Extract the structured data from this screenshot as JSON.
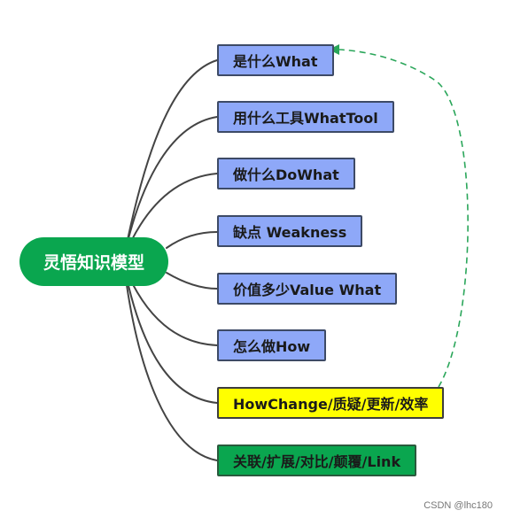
{
  "root": {
    "label": "灵悟知识模型"
  },
  "nodes": [
    {
      "label": "是什么What",
      "color": "#8ea8f8"
    },
    {
      "label": "用什么工具WhatTool",
      "color": "#8ea8f8"
    },
    {
      "label": "做什么DoWhat",
      "color": "#8ea8f8"
    },
    {
      "label": "缺点 Weakness",
      "color": "#8ea8f8"
    },
    {
      "label": "价值多少Value What",
      "color": "#8ea8f8"
    },
    {
      "label": "怎么做How",
      "color": "#8ea8f8"
    },
    {
      "label": "HowChange/质疑/更新/效率",
      "color": "#ffff00"
    },
    {
      "label": "关联/扩展/对比/颠覆/Link",
      "color": "#0aa64f"
    }
  ],
  "link": {
    "from": "HowChange/质疑/更新/效率",
    "to": "是什么What",
    "style": "dashed",
    "color": "#2aa65a"
  },
  "watermark": "CSDN @lhc180"
}
